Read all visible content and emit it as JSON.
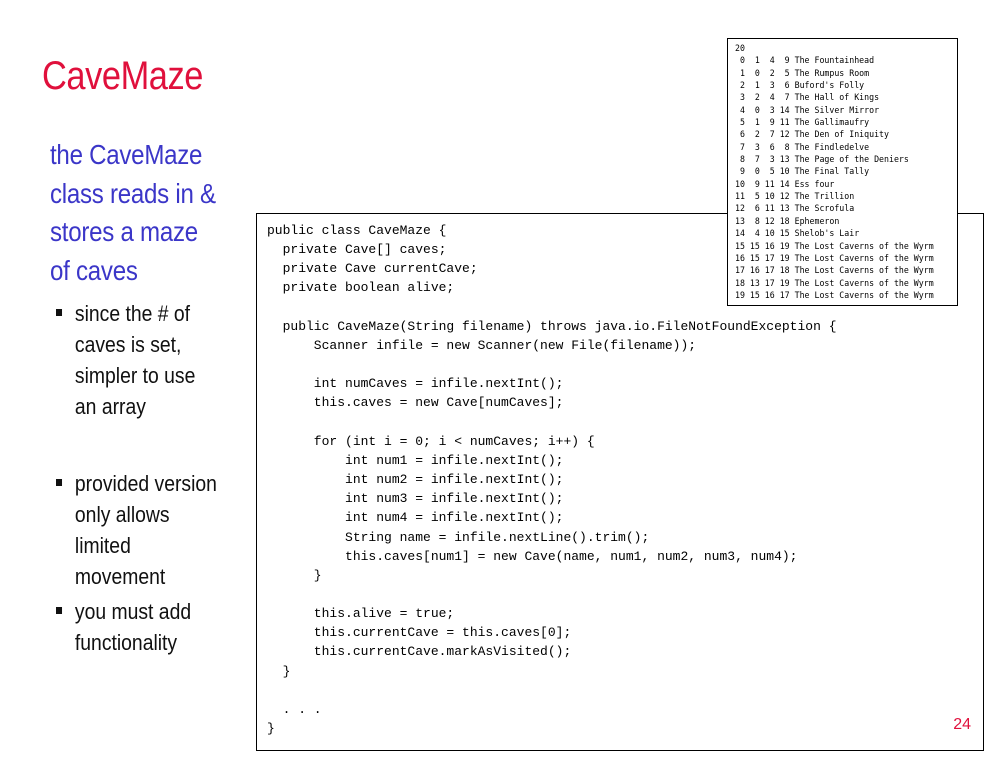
{
  "slide": {
    "title": "CaveMaze",
    "intro": "the CaveMaze class reads in & stores a maze of caves",
    "bullets": [
      "since the # of caves is set, simpler to use an array",
      "provided version only allows limited movement",
      "you must add functionality"
    ],
    "page_number": "24"
  },
  "code_listing": [
    "public class CaveMaze {",
    "  private Cave[] caves;",
    "  private Cave currentCave;",
    "  private boolean alive;",
    "",
    "  public CaveMaze(String filename) throws java.io.FileNotFoundException {",
    "      Scanner infile = new Scanner(new File(filename));",
    "",
    "      int numCaves = infile.nextInt();",
    "      this.caves = new Cave[numCaves];",
    "",
    "      for (int i = 0; i < numCaves; i++) {",
    "          int num1 = infile.nextInt();",
    "          int num2 = infile.nextInt();",
    "          int num3 = infile.nextInt();",
    "          int num4 = infile.nextInt();",
    "          String name = infile.nextLine().trim();",
    "          this.caves[num1] = new Cave(name, num1, num2, num3, num4);",
    "      }",
    "",
    "      this.alive = true;",
    "      this.currentCave = this.caves[0];",
    "      this.currentCave.markAsVisited();",
    "  }",
    "",
    "  . . .",
    "}"
  ],
  "data_file": [
    "20",
    " 0  1  4  9 The Fountainhead",
    " 1  0  2  5 The Rumpus Room",
    " 2  1  3  6 Buford's Folly",
    " 3  2  4  7 The Hall of Kings",
    " 4  0  3 14 The Silver Mirror",
    " 5  1  9 11 The Gallimaufry",
    " 6  2  7 12 The Den of Iniquity",
    " 7  3  6  8 The Findledelve",
    " 8  7  3 13 The Page of the Deniers",
    " 9  0  5 10 The Final Tally",
    "10  9 11 14 Ess four",
    "11  5 10 12 The Trillion",
    "12  6 11 13 The Scrofula",
    "13  8 12 18 Ephemeron",
    "14  4 10 15 Shelob's Lair",
    "15 15 16 19 The Lost Caverns of the Wyrm",
    "16 15 17 19 The Lost Caverns of the Wyrm",
    "17 16 17 18 The Lost Caverns of the Wyrm",
    "18 13 17 19 The Lost Caverns of the Wyrm",
    "19 15 16 17 The Lost Caverns of the Wyrm"
  ]
}
